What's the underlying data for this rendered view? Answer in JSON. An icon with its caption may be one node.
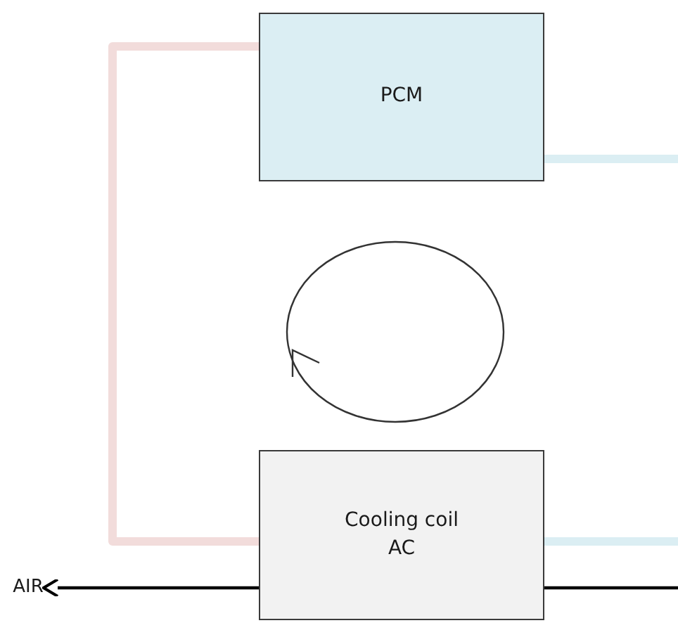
{
  "diagram": {
    "nodes": [
      {
        "text": [
          "PCM"
        ]
      },
      {
        "text": [
          "Cooling coil AC"
        ]
      },
      {
        "text": [
          "AIR"
        ]
      }
    ],
    "edges": [
      {
        "from": 0,
        "to": 1,
        "arrow": "none",
        "color": "#f2dcdb"
      },
      {
        "from": 0,
        "to": null,
        "arrow": "none",
        "color": "#dbeef3"
      },
      {
        "from": 1,
        "to": null,
        "arrow": "none",
        "color": "#dbeef3"
      },
      {
        "from": null,
        "to": 1,
        "arrow": "none",
        "color": "#000000"
      },
      {
        "from": 1,
        "to": 2,
        "arrow": "to",
        "color": "#000000"
      }
    ]
  }
}
